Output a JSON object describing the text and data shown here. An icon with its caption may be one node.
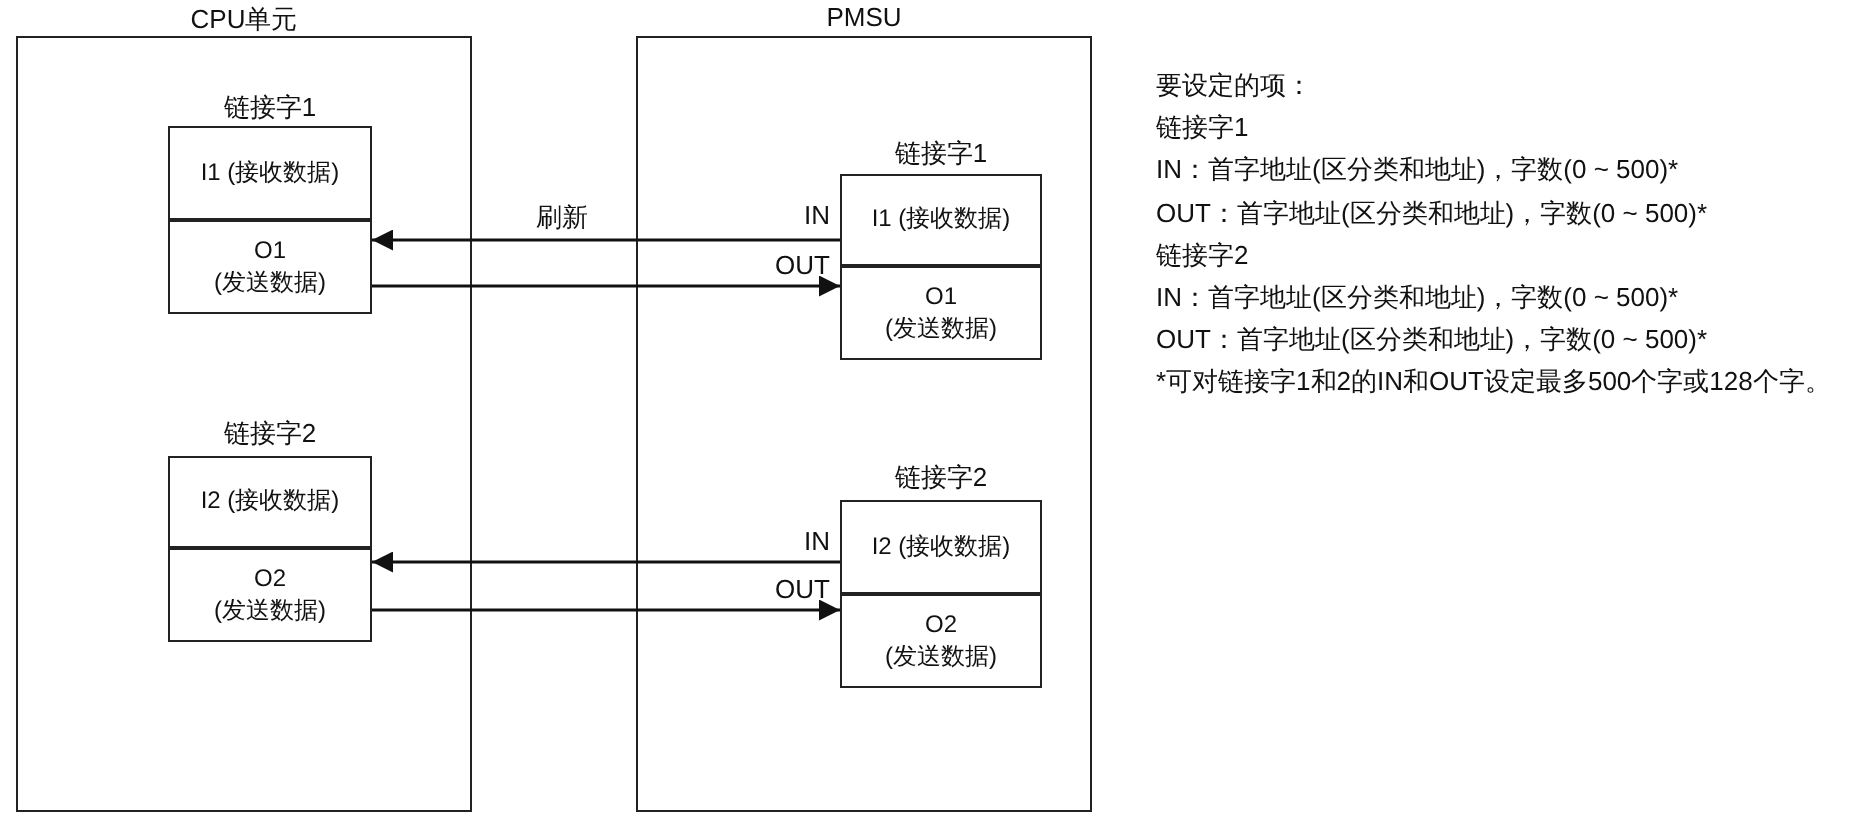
{
  "diagram": {
    "nodes": [
      {
        "text": [
          "CPU单元"
        ]
      },
      {
        "text": [
          "链接字1"
        ],
        "in": 0
      },
      {
        "text": [
          "I1 (接收数据)"
        ],
        "in": 1
      },
      {
        "text": [
          "O1 (发送数据)"
        ],
        "in": 1
      },
      {
        "text": [
          "链接字2"
        ],
        "in": 0
      },
      {
        "text": [
          "I2 (接收数据)"
        ],
        "in": 4
      },
      {
        "text": [
          "O2 (发送数据)"
        ],
        "in": 4
      },
      {
        "text": [
          "PMSU"
        ]
      },
      {
        "text": [
          "链接字1"
        ],
        "in": 7
      },
      {
        "text": [
          "I1 (接收数据)"
        ],
        "in": 8,
        "beside": [
          "IN"
        ]
      },
      {
        "text": [
          "O1 (发送数据)"
        ],
        "in": 8,
        "beside": [
          "OUT"
        ]
      },
      {
        "text": [
          "链接字2"
        ],
        "in": 7
      },
      {
        "text": [
          "I2 (接收数据)"
        ],
        "in": 11,
        "beside": [
          "IN"
        ]
      },
      {
        "text": [
          "O2 (发送数据)"
        ],
        "in": 11,
        "beside": [
          "OUT"
        ]
      }
    ],
    "edges": [
      {
        "from": 9,
        "to": 2,
        "arrow": "to",
        "label": "刷新"
      },
      {
        "from": 3,
        "to": 10,
        "arrow": "to"
      },
      {
        "from": 12,
        "to": 5,
        "arrow": "to"
      },
      {
        "from": 6,
        "to": 13,
        "arrow": "to"
      }
    ],
    "labels": [
      "要设定的项：",
      "链接字1",
      "IN：首字地址(区分类和地址)，字数(0 ~ 500)*",
      "OUT：首字地址(区分类和地址)，字数(0 ~ 500)*",
      "链接字2",
      "IN：首字地址(区分类和地址)，字数(0 ~ 500)*",
      "OUT：首字地址(区分类和地址)，字数(0 ~ 500)*",
      "*可对链接字1和2的IN和OUT设定最多500个字或128个字。"
    ]
  }
}
